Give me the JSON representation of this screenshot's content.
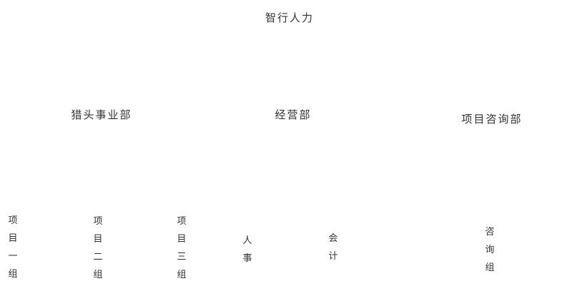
{
  "page": {
    "title": "智行人力"
  },
  "colors": {
    "background": "#ffffff",
    "text": "#333333"
  },
  "org_chart": {
    "type": "org-tree",
    "root": "智行人力",
    "departments": [
      {
        "name": "猎头事业部",
        "teams": [
          "项目一组",
          "项目二组",
          "项目三组"
        ]
      },
      {
        "name": "经营部",
        "teams": [
          "人事",
          "会计"
        ]
      },
      {
        "name": "项目咨询部",
        "teams": [
          "咨询组"
        ]
      }
    ]
  }
}
